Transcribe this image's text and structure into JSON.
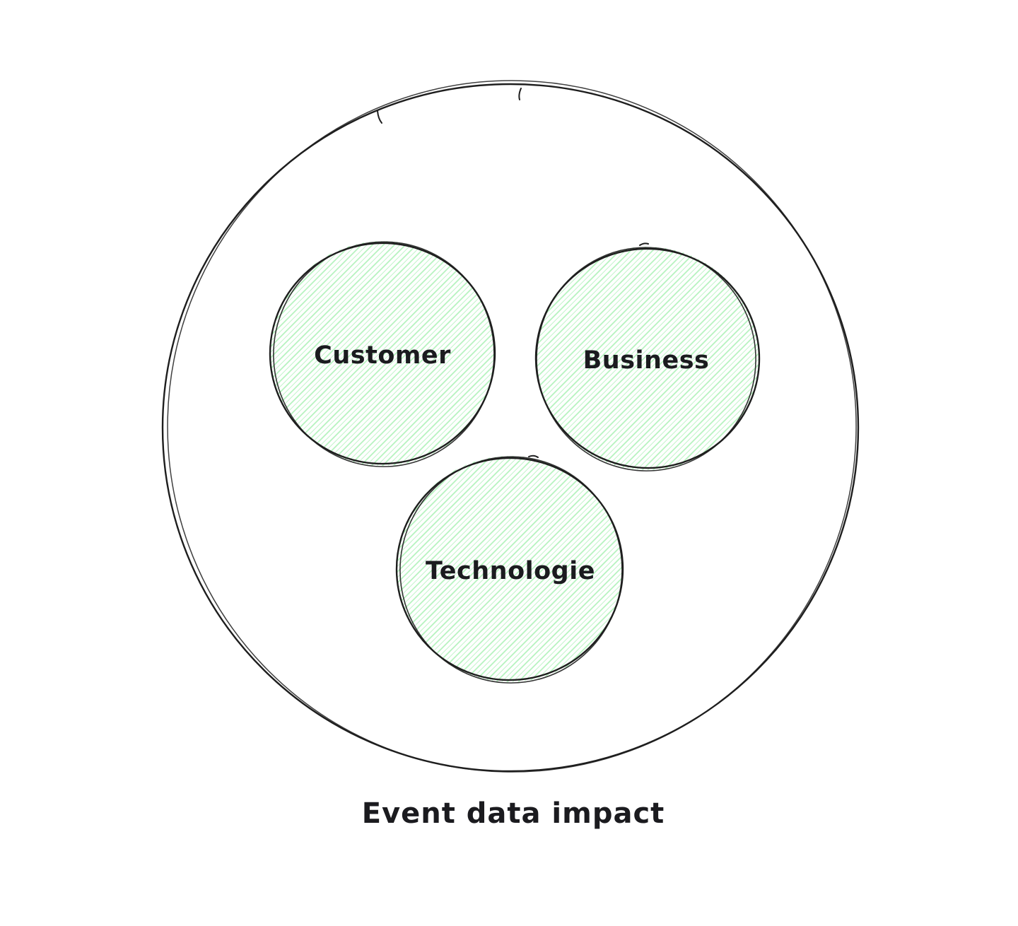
{
  "colors": {
    "background": "#ffffff",
    "stroke": "#1e1e1e",
    "hachure": "#b2f2bb",
    "label_text": "#1b1b1f"
  },
  "diagram": {
    "type": "venn-grouping",
    "circles": [
      {
        "label": "Customer"
      },
      {
        "label": "Business"
      },
      {
        "label": "Technologie"
      }
    ],
    "caption": "Event data impact"
  }
}
